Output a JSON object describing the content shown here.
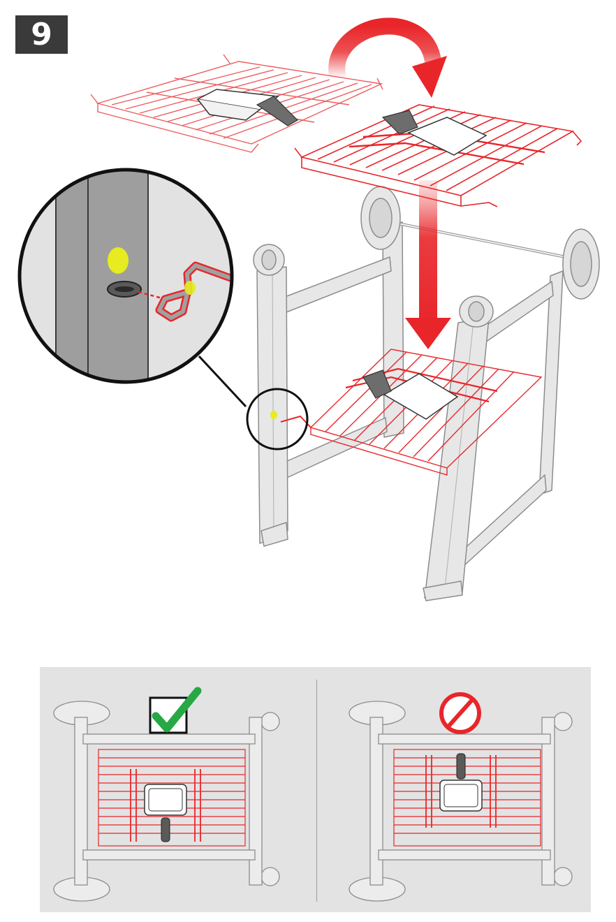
{
  "step": {
    "number": "9"
  },
  "colors": {
    "accent_red": "#e8262a",
    "shelf_red": "#e8262a",
    "marker_yellow": "#e6ec1f",
    "frame_grey": "#e7e7e7",
    "frame_outline": "#8c8c8c",
    "badge_bg": "#3a3a3a",
    "ok_green": "#27a844",
    "panel_bg": "#e3e3e3"
  },
  "icons": {
    "rotate_arrow": "curved-arrow-icon",
    "down_arrow": "down-arrow-icon",
    "correct": "checkmark-icon",
    "incorrect": "prohibited-icon"
  },
  "panels": [
    {
      "id": "correct",
      "icon": "checkmark-icon"
    },
    {
      "id": "incorrect",
      "icon": "prohibited-icon"
    }
  ]
}
